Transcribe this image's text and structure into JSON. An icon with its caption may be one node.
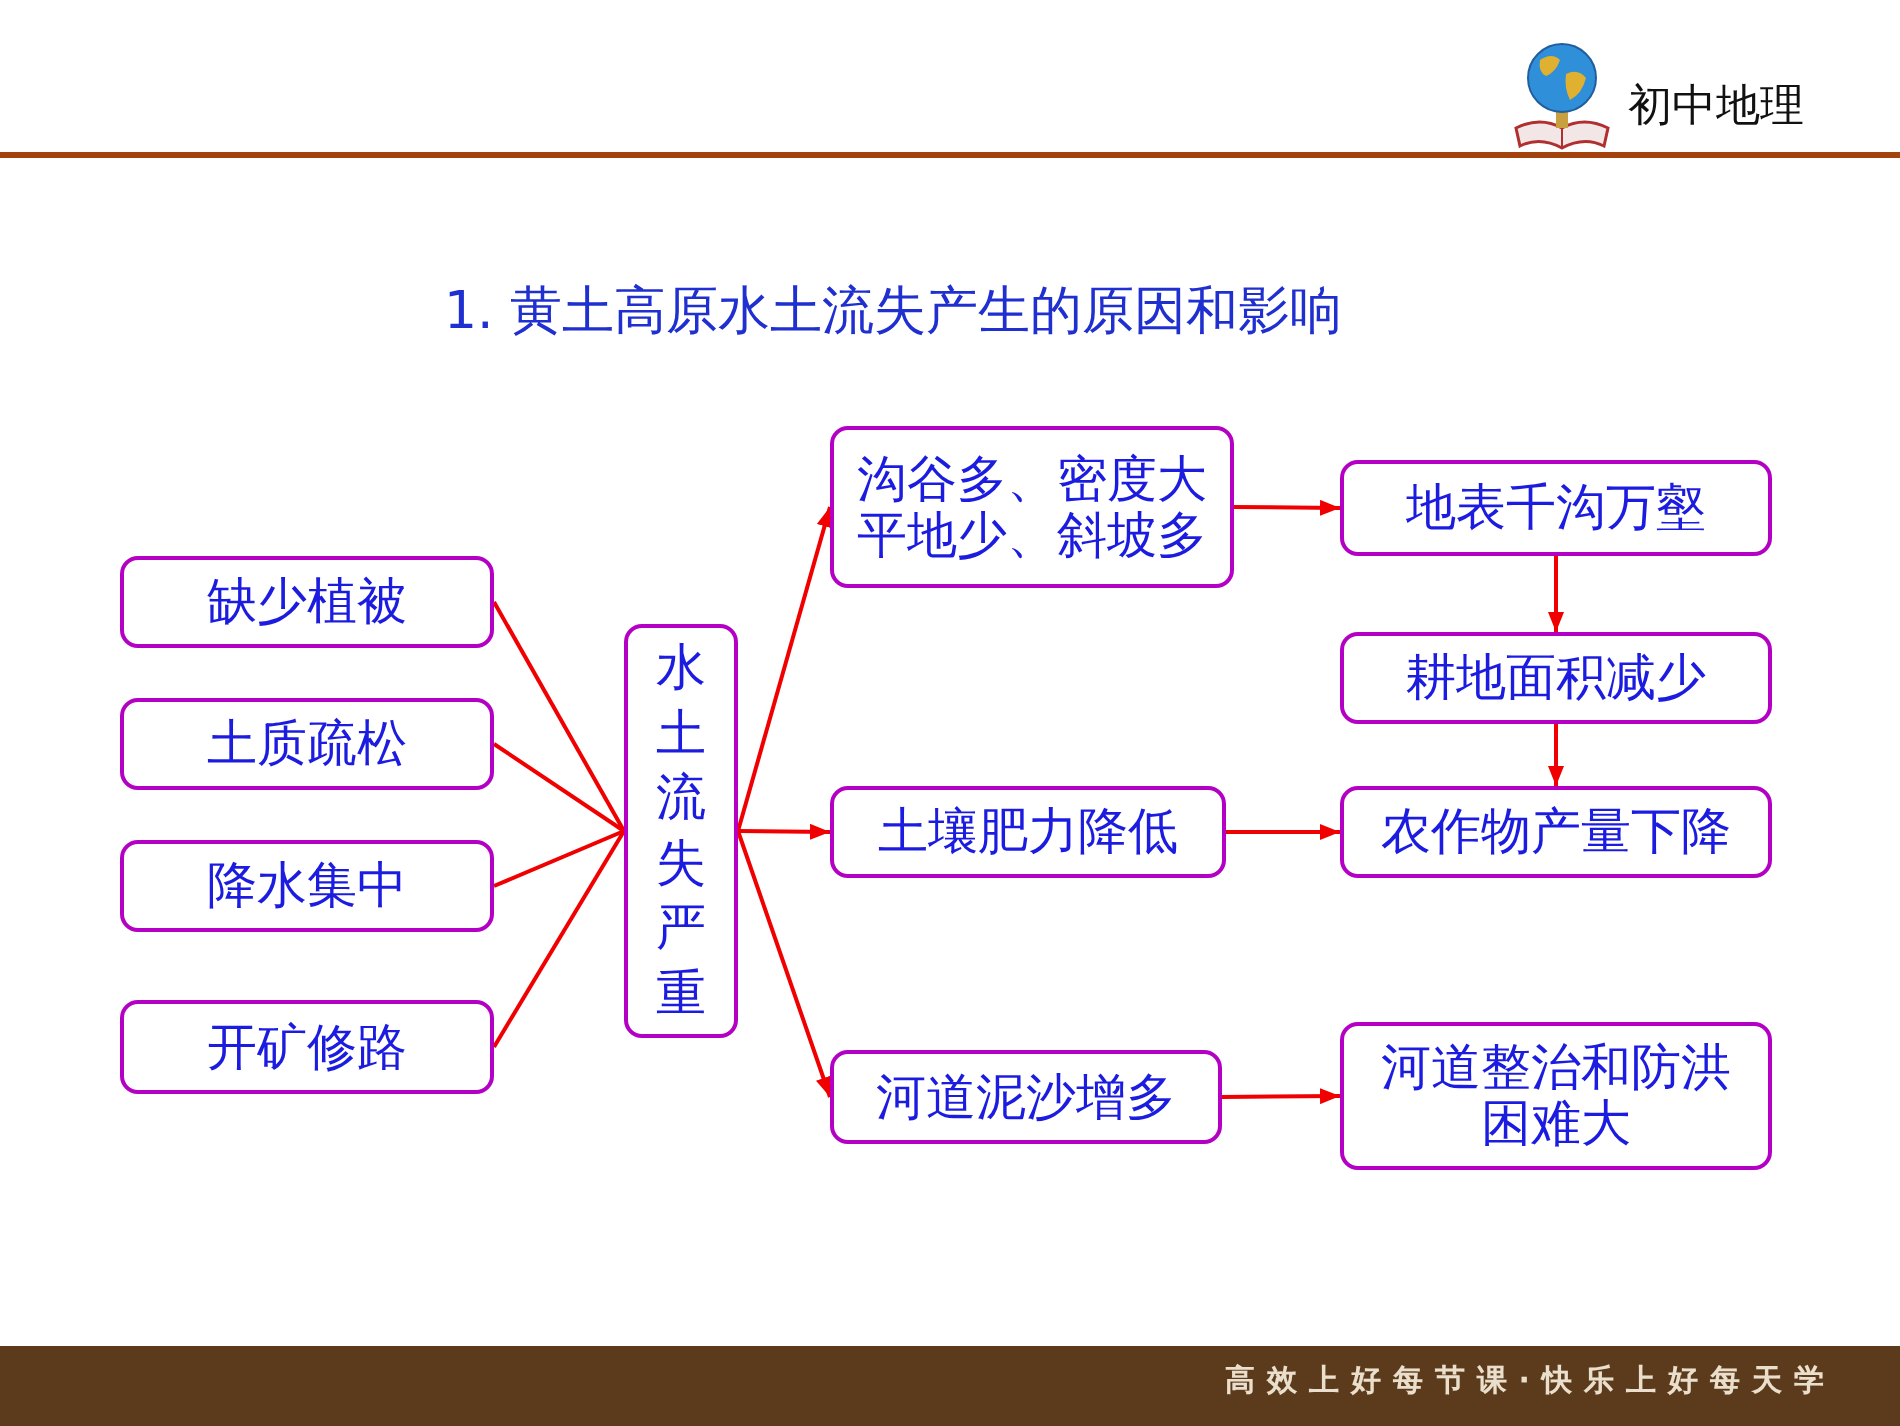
{
  "diagram": {
    "title": "1. 黄土高原水土流失产生的原因和影响",
    "nodes": [
      {
        "text": [
          "缺少植被"
        ]
      },
      {
        "text": [
          "土质疏松"
        ]
      },
      {
        "text": [
          "降水集中"
        ]
      },
      {
        "text": [
          "开矿修路"
        ]
      },
      {
        "text": [
          "水土流失严重"
        ]
      },
      {
        "text": [
          "沟谷多、密度大平地少、斜坡多"
        ]
      },
      {
        "text": [
          "地表千沟万壑"
        ]
      },
      {
        "text": [
          "耕地面积减少"
        ]
      },
      {
        "text": [
          "土壤肥力降低"
        ]
      },
      {
        "text": [
          "农作物产量下降"
        ]
      },
      {
        "text": [
          "河道泥沙增多"
        ]
      },
      {
        "text": [
          "河道整治和防洪困难大"
        ]
      }
    ],
    "edges": [
      {
        "from": 0,
        "to": 4,
        "arrow": "none"
      },
      {
        "from": 1,
        "to": 4,
        "arrow": "none"
      },
      {
        "from": 2,
        "to": 4,
        "arrow": "none"
      },
      {
        "from": 3,
        "to": 4,
        "arrow": "none"
      },
      {
        "from": 4,
        "to": 5,
        "arrow": "to"
      },
      {
        "from": 4,
        "to": 8,
        "arrow": "to"
      },
      {
        "from": 4,
        "to": 10,
        "arrow": "to"
      },
      {
        "from": 5,
        "to": 6,
        "arrow": "to"
      },
      {
        "from": 6,
        "to": 7,
        "arrow": "to"
      },
      {
        "from": 7,
        "to": 9,
        "arrow": "to"
      },
      {
        "from": 8,
        "to": 9,
        "arrow": "to"
      },
      {
        "from": 10,
        "to": 11,
        "arrow": "to"
      }
    ],
    "labels": [
      "初中地理",
      "高效上好每节课·快乐上好每天学"
    ]
  }
}
